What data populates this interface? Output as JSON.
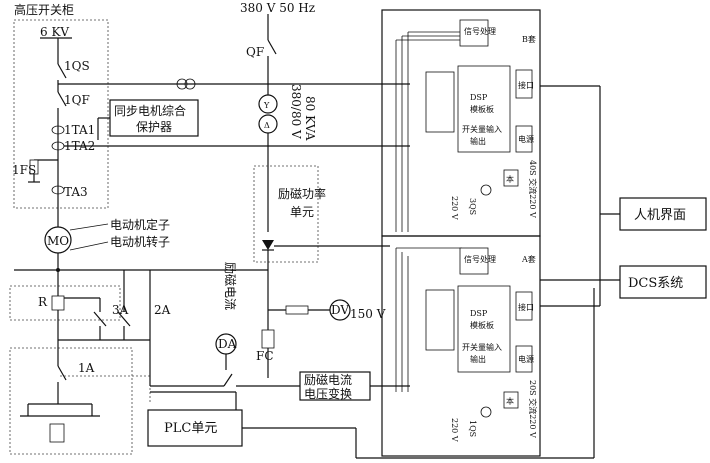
{
  "labels": {
    "hv_cabinet": "高压开关柜",
    "voltage_6kv": "6 KV",
    "qs1": "1QS",
    "qf1": "1QF",
    "ta1": "1TA1",
    "ta2": "1TA2",
    "fs1": "1FS",
    "ta3": "TA3",
    "protector_l1": "同步电机综合",
    "protector_l2": "保护器",
    "stator": "电动机定子",
    "rotor": "电动机转子",
    "motor": "MO",
    "r": "R",
    "s3a": "3A",
    "s2a": "2A",
    "s1a": "1A",
    "plc": "PLC单元",
    "supply": "380 V 50 Hz",
    "qf": "QF",
    "transformer_l1": "80 KVA",
    "transformer_l2": "380/80 V",
    "exc_power_l1": "励磁功率",
    "exc_power_l2": "单元",
    "exc_current_vert": "励磁电流",
    "da": "DA",
    "dv": "DV",
    "v150": "150 V",
    "fc": "FC",
    "exc_conv_l1": "励磁电流",
    "exc_conv_l2": "电压变换",
    "hmi": "人机界面",
    "dcs": "DCS系统",
    "cab_b": "B套",
    "cab_a": "A套",
    "dsp": "DSP",
    "ctrl_board": "模板板",
    "io_in": "开关量输入",
    "io_out": "输出",
    "signal": "信号处理",
    "rs": "接口",
    "power": "电源",
    "relay": "本",
    "ac220_b": "40S 交流220 V",
    "ac220_a": "20S 交流220 V",
    "s3qs": "3QS",
    "s1qs": "1QS",
    "v220b": "220 V",
    "v220a": "220 V"
  },
  "colors": {
    "line": "#111111",
    "dashed": "#444444",
    "background": "#ffffff"
  }
}
